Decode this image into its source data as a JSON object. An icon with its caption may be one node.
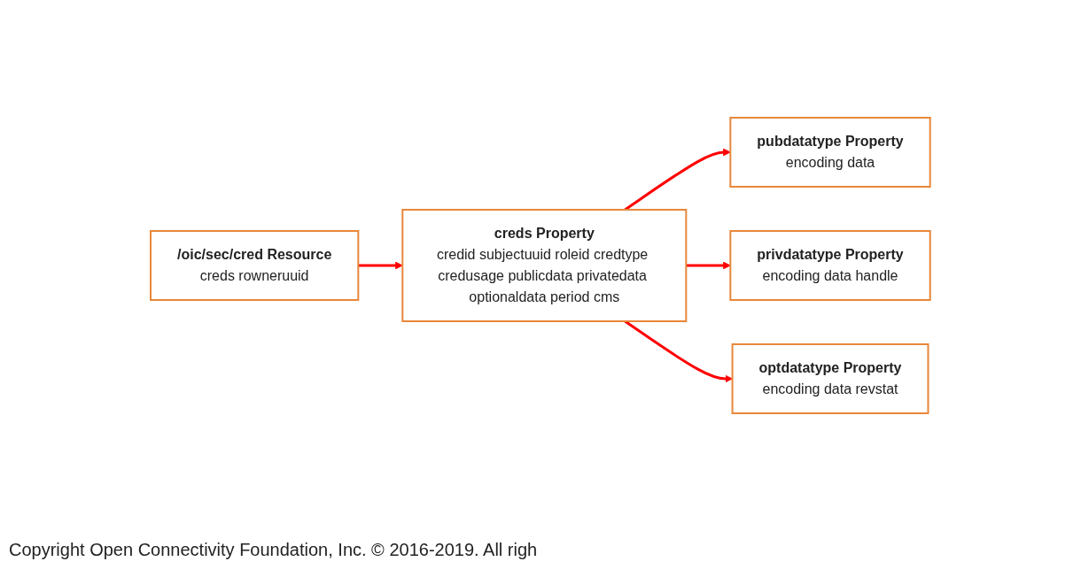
{
  "diagram": {
    "nodes": [
      {
        "text": [
          "/oic/sec/cred Resource",
          "creds rowneruuid"
        ]
      },
      {
        "text": [
          "creds Property",
          "credid subjectuuid roleid credtype credusage publicdata privatedata optionaldata period cms"
        ]
      },
      {
        "text": [
          "pubdatatype Property",
          "encoding data"
        ]
      },
      {
        "text": [
          "privdatatype Property",
          "encoding data handle"
        ]
      },
      {
        "text": [
          "optdatatype Property",
          "encoding data revstat"
        ]
      }
    ],
    "edges": [
      {
        "from": 0,
        "to": 1,
        "arrow": "to"
      },
      {
        "from": 1,
        "to": 2,
        "arrow": "to"
      },
      {
        "from": 1,
        "to": 3,
        "arrow": "to"
      },
      {
        "from": 1,
        "to": 4,
        "arrow": "to"
      }
    ],
    "labels": [
      "Copyright Open Connectivity Foundation, Inc. © 2016-2019. All righ"
    ]
  }
}
